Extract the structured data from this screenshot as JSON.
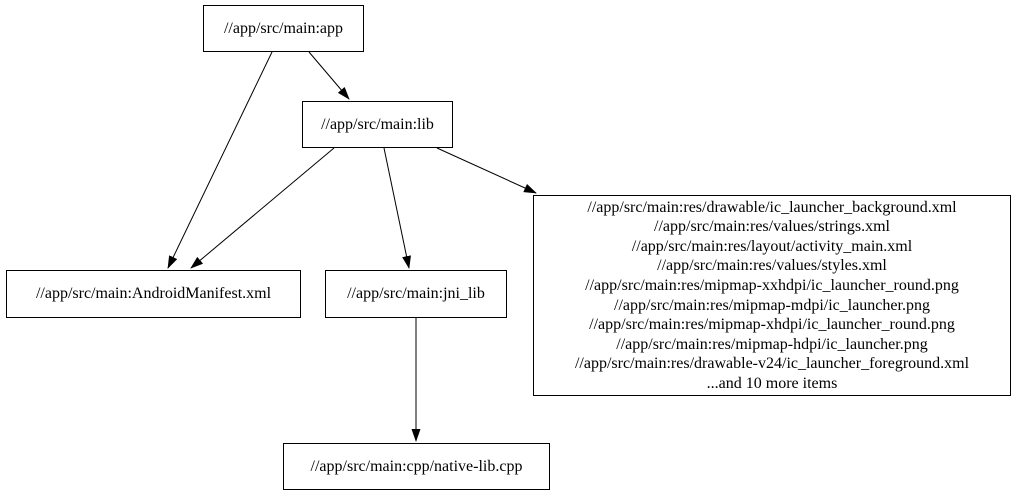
{
  "graph": {
    "type": "directed-dependency-graph",
    "background_color": "#ffffff",
    "node_border_color": "#000000",
    "edge_color": "#000000",
    "text_color": "#000000",
    "nodes": {
      "app": {
        "label": "//app/src/main:app"
      },
      "lib": {
        "label": "//app/src/main:lib"
      },
      "manifest": {
        "label": "//app/src/main:AndroidManifest.xml"
      },
      "jni_lib": {
        "label": "//app/src/main:jni_lib"
      },
      "native_cpp": {
        "label": "//app/src/main:cpp/native-lib.cpp"
      },
      "res_group": {
        "lines": [
          "//app/src/main:res/drawable/ic_launcher_background.xml",
          "//app/src/main:res/values/strings.xml",
          "//app/src/main:res/layout/activity_main.xml",
          "//app/src/main:res/values/styles.xml",
          "//app/src/main:res/mipmap-xxhdpi/ic_launcher_round.png",
          "//app/src/main:res/mipmap-mdpi/ic_launcher.png",
          "//app/src/main:res/mipmap-xhdpi/ic_launcher_round.png",
          "//app/src/main:res/mipmap-hdpi/ic_launcher.png",
          "//app/src/main:res/drawable-v24/ic_launcher_foreground.xml",
          "...and 10 more items"
        ]
      }
    },
    "edges": [
      {
        "from": "app",
        "to": "lib"
      },
      {
        "from": "app",
        "to": "manifest"
      },
      {
        "from": "lib",
        "to": "manifest"
      },
      {
        "from": "lib",
        "to": "jni_lib"
      },
      {
        "from": "lib",
        "to": "res_group"
      },
      {
        "from": "jni_lib",
        "to": "native_cpp"
      }
    ]
  }
}
